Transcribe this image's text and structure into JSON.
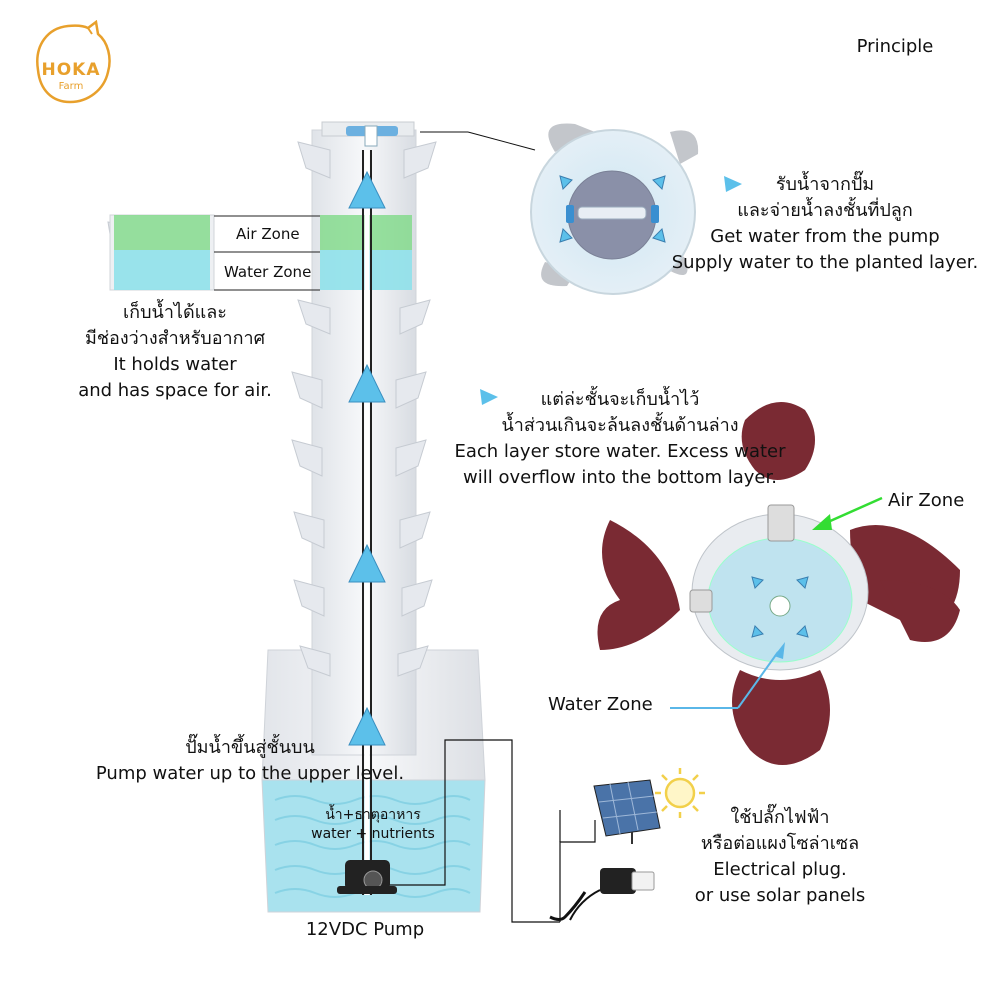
{
  "logo": {
    "word": "HOKA",
    "sub": "Farm"
  },
  "title": "Principle",
  "tower_labels": {
    "air_zone": "Air Zone",
    "water_zone": "Water Zone"
  },
  "distribute": {
    "th_line1": "รับน้ำจากปั๊ม",
    "th_line2": "และจ่ายน้ำลงชั้นที่ปลูก",
    "en_line1": "Get water from the pump",
    "en_line2": "Supply water to the planted layer."
  },
  "hold": {
    "th_line1": "เก็บน้ำได้และ",
    "th_line2": "มีช่องว่างสำหรับอากาศ",
    "en_line1": "It holds water",
    "en_line2": "and has space for air."
  },
  "overflow": {
    "th_line1": "แต่ล่ะชั้นจะเก็บน้ำไว้",
    "th_line2": "น้ำส่วนเกินจะล้นลงชั้นด้านล่าง",
    "en_line1": "Each layer store water. Excess water",
    "en_line2": "will overflow into the bottom layer."
  },
  "right_labels": {
    "air_zone": "Air Zone",
    "water_zone": "Water Zone"
  },
  "pump": {
    "th_line": "ปั๊มน้ำขึ้นสู่ชั้นบน",
    "en_line": "Pump water up to the upper level."
  },
  "reservoir": {
    "th_line": "น้ำ+ธาตุอาหาร",
    "en_line": "water + nutrients",
    "pump_label": "12VDC Pump"
  },
  "power": {
    "th_line1": "ใช้ปลั๊กไฟฟ้า",
    "th_line2": "หรือต่อแผงโซล่าเซล",
    "en_line1": "Electrical plug.",
    "en_line2": "or use solar panels"
  },
  "colors": {
    "logo": "#e8a02c",
    "arrow": "#5cc0ea",
    "air_zone": "#7ed987",
    "water_zone": "#8fe1ea",
    "reservoir": "#a8e4ef",
    "pointer_green": "#33dd33",
    "pointer_blue": "#5ab7e8",
    "lettuce": "#7a2a33"
  }
}
